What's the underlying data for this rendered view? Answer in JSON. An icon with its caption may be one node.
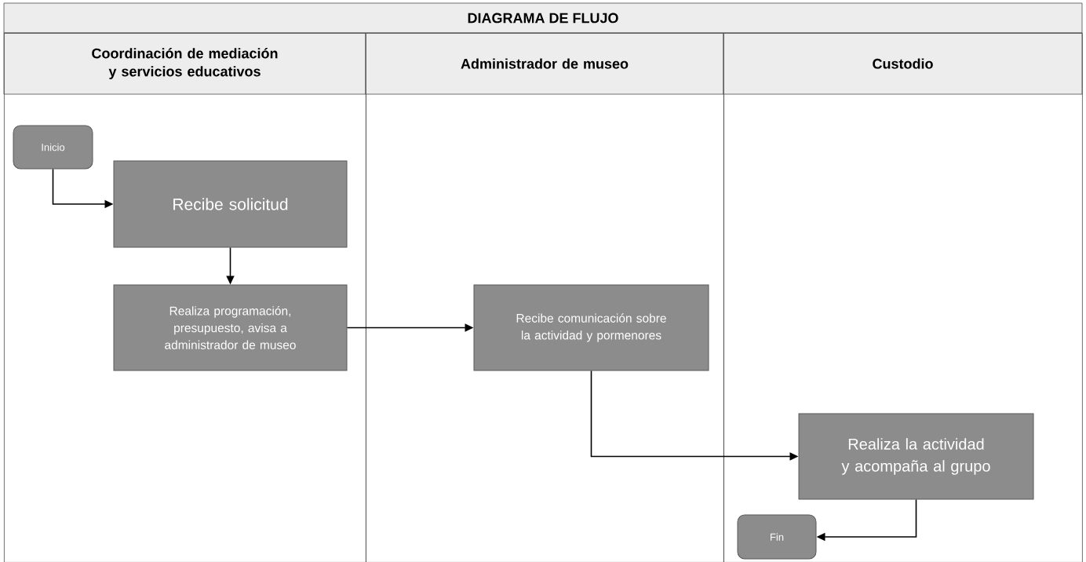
{
  "diagram": {
    "title": "DIAGRAMA DE FLUJO",
    "nodes": [
      {
        "text": [
          "Coordinación de mediación y servicios educativos"
        ]
      },
      {
        "text": [
          "Administrador de museo"
        ]
      },
      {
        "text": [
          "Custodio"
        ]
      },
      {
        "text": [
          "Inicio"
        ],
        "in": 0
      },
      {
        "text": [
          "Recibe solicitud"
        ],
        "in": 0
      },
      {
        "text": [
          "Realiza programación, presupuesto, avisa a administrador de museo"
        ],
        "in": 0
      },
      {
        "text": [
          "Recibe comunicación sobre la actividad y pormenores"
        ],
        "in": 1
      },
      {
        "text": [
          "Realiza la actividad y acompaña al grupo"
        ],
        "in": 2
      },
      {
        "text": [
          "Fin"
        ],
        "in": 2
      }
    ],
    "edges": [
      {
        "from": 3,
        "to": 4,
        "arrow": "to"
      },
      {
        "from": 4,
        "to": 5,
        "arrow": "to"
      },
      {
        "from": 5,
        "to": 6,
        "arrow": "to"
      },
      {
        "from": 6,
        "to": 7,
        "arrow": "to"
      },
      {
        "from": 7,
        "to": 8,
        "arrow": "to"
      }
    ]
  }
}
